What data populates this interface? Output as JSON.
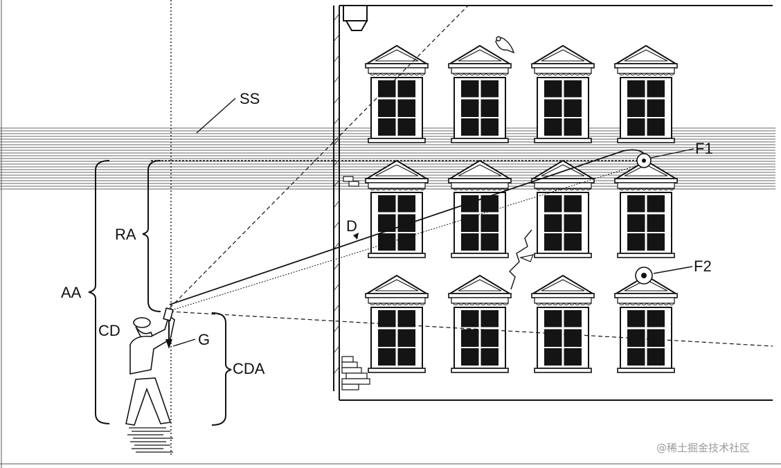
{
  "colors": {
    "ink": "#111111",
    "background": "#ffffff",
    "window_glass": "#141414",
    "watermark": "#9a9a9a"
  },
  "labels": {
    "ss": "SS",
    "f1": "F1",
    "f2": "F2",
    "d": "D",
    "ra": "RA",
    "aa": "AA",
    "cd": "CD",
    "g": "G",
    "cda": "CDA"
  },
  "watermark": "@稀土掘金技术社区",
  "icons": {
    "person": "person-with-device-icon",
    "bird": "pigeon-icon",
    "feature_marker": "circle-target-icon"
  }
}
